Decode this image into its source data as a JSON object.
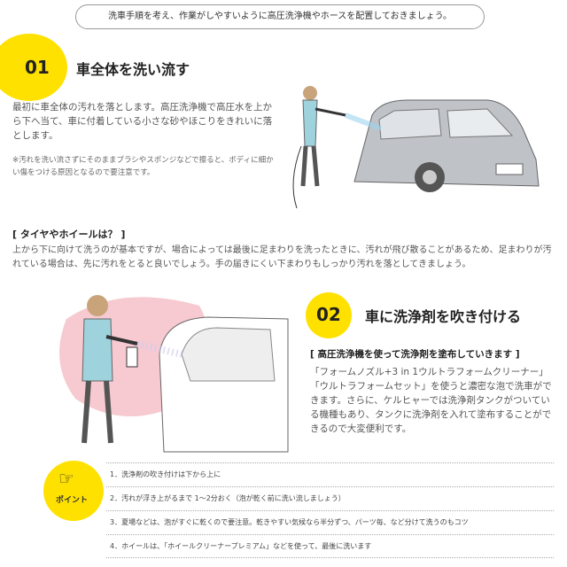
{
  "intro": "洗車手順を考え、作業がしやすいように高圧洗浄機やホースを配置しておきましょう。",
  "step1": {
    "number": "01",
    "title": "車全体を洗い流す",
    "body": "最初に車全体の汚れを落とします。高圧洗浄機で高圧水を上から下へ当て、車に付着している小さな砂やほこりをきれいに落とします。",
    "note": "※汚れを洗い流さずにそのままブラシやスポンジなどで擦ると、ボディに細かい傷をつける原因となるので要注意です。"
  },
  "tires": {
    "heading": "[ タイヤやホイールは？ ]",
    "body": "上から下に向けて洗うのが基本ですが、場合によっては最後に足まわりを洗ったときに、汚れが飛び散ることがあるため、足まわりが汚れている場合は、先に汚れをとると良いでしょう。手の届きにくい下まわりもしっかり汚れを落としてきましょう。"
  },
  "step2": {
    "number": "02",
    "title": "車に洗浄剤を吹き付ける",
    "subheading": "[ 高圧洗浄機を使って洗浄剤を塗布していきます ]",
    "body": "「フォームノズル+3 in 1ウルトラフォームクリーナー」「ウルトラフォームセット」を使うと濃密な泡で洗車ができます。さらに、ケルヒャーでは洗浄剤タンクがついている機種もあり、タンクに洗浄剤を入れて塗布することができるので大変便利です。"
  },
  "points": {
    "badge": "ポイント",
    "items": [
      "1．洗浄剤の吹き付けは下から上に",
      "2．汚れが浮き上がるまで 1～2分おく（泡が乾く前に洗い流しましょう）",
      "3．夏場などは、泡がすぐに乾くので要注意。乾きやすい気候なら半分ずつ、パーツ毎、など分けて洗うのもコツ",
      "4．ホイールは、「ホイールクリーナープレミアム」などを使って、最後に洗います"
    ]
  },
  "colors": {
    "accent": "#ffe100",
    "pink": "#f7c9d0"
  }
}
